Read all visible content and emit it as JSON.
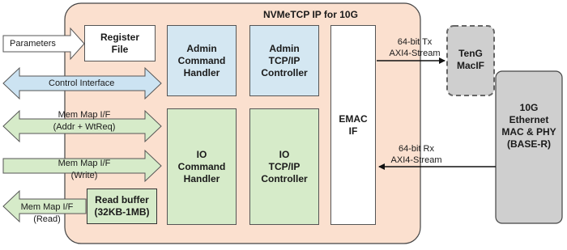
{
  "ip_core": {
    "title": "NVMeTCP IP for 10G"
  },
  "arrows": {
    "parameters": "Parameters",
    "control_interface": "Control Interface",
    "mem_map_addr": {
      "line1": "Mem Map I/F",
      "line2": "(Addr + WtReq)"
    },
    "mem_map_write": {
      "line1": "Mem Map I/F",
      "line2": "(Write)"
    },
    "mem_map_read": {
      "line1": "Mem Map I/F",
      "line2": "(Read)"
    }
  },
  "blocks": {
    "register_file": {
      "line1": "Register",
      "line2": "File"
    },
    "admin_cmd": {
      "line1": "Admin",
      "line2": "Command",
      "line3": "Handler"
    },
    "admin_tcp": {
      "line1": "Admin",
      "line2": "TCP/IP",
      "line3": "Controller"
    },
    "io_cmd": {
      "line1": "IO",
      "line2": "Command",
      "line3": "Handler"
    },
    "io_tcp": {
      "line1": "IO",
      "line2": "TCP/IP",
      "line3": "Controller"
    },
    "emac": {
      "line1": "EMAC",
      "line2": "IF"
    },
    "read_buffer": {
      "line1": "Read buffer",
      "line2": "(32KB-1MB)"
    }
  },
  "links": {
    "tx": {
      "line1": "64-bit Tx",
      "line2": "AXI4-Stream"
    },
    "rx": {
      "line1": "64-bit Rx",
      "line2": "AXI4-Stream"
    }
  },
  "external": {
    "teng_macif": {
      "line1": "TenG",
      "line2": "MacIF"
    },
    "ethernet": {
      "line1": "10G",
      "line2": "Ethernet",
      "line3": "MAC & PHY",
      "line4": "(BASE-R)"
    }
  },
  "colors": {
    "ip_core_fill": "#fbe0cf",
    "admin_fill": "#d4e7f2",
    "io_fill": "#d6ebc9",
    "external_fill": "#cfcfcf"
  }
}
